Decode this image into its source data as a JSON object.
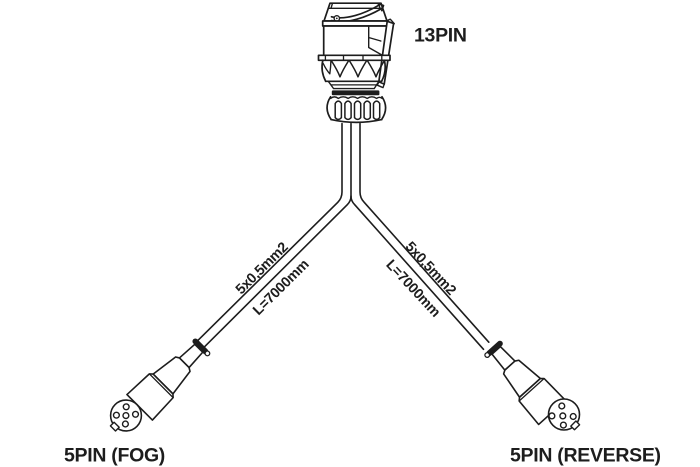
{
  "diagram": {
    "top_connector": {
      "label": "13PIN"
    },
    "left_branch": {
      "wire_spec": "5x0,5mm2",
      "cable_length": "L=7000mm"
    },
    "right_branch": {
      "wire_spec": "5x0,5mm2",
      "cable_length": "L=7000mm"
    },
    "left_connector": {
      "label": "5PIN (FOG)"
    },
    "right_connector": {
      "label": "5PIN (REVERSE)"
    },
    "colors": {
      "line": "#1d1d1d",
      "background": "#ffffff"
    }
  }
}
